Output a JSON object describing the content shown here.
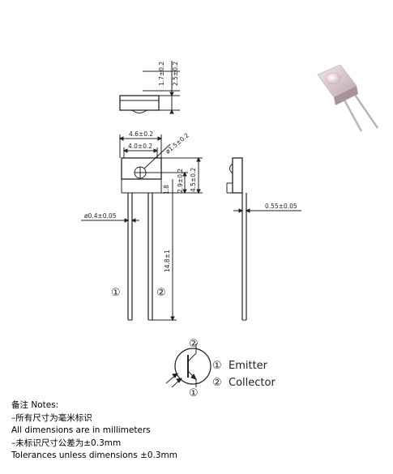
{
  "dimensions": {
    "top_total": "1.7±0.2",
    "top_part": "2.5±0.2",
    "width_outer": "4.6±0.2",
    "width_inner": "4.0±0.2",
    "lens_dia": "ø1.5±0.2",
    "height_total": "4.5±0.2",
    "height_center": "2.9±0.2",
    "height_small": "1.8",
    "pin_dia": "ø0.4±0.05",
    "lead_length": "14.8±1",
    "side_thickness": "0.55±0.05"
  },
  "pins": {
    "pin1_marker": "①",
    "pin2_marker": "②"
  },
  "schematic": {
    "pin1_marker": "①",
    "pin2_marker": "②",
    "emitter_label": "Emitter",
    "collector_label": "Collector"
  },
  "notes": {
    "title": "备注 Notes:",
    "line1": "–所有尺寸为毫米标识",
    "line2": "All dimensions are in millimeters",
    "line3": "–未标识尺寸公差为±0.3mm",
    "line4": "Tolerances unless dimensions ±0.3mm"
  }
}
